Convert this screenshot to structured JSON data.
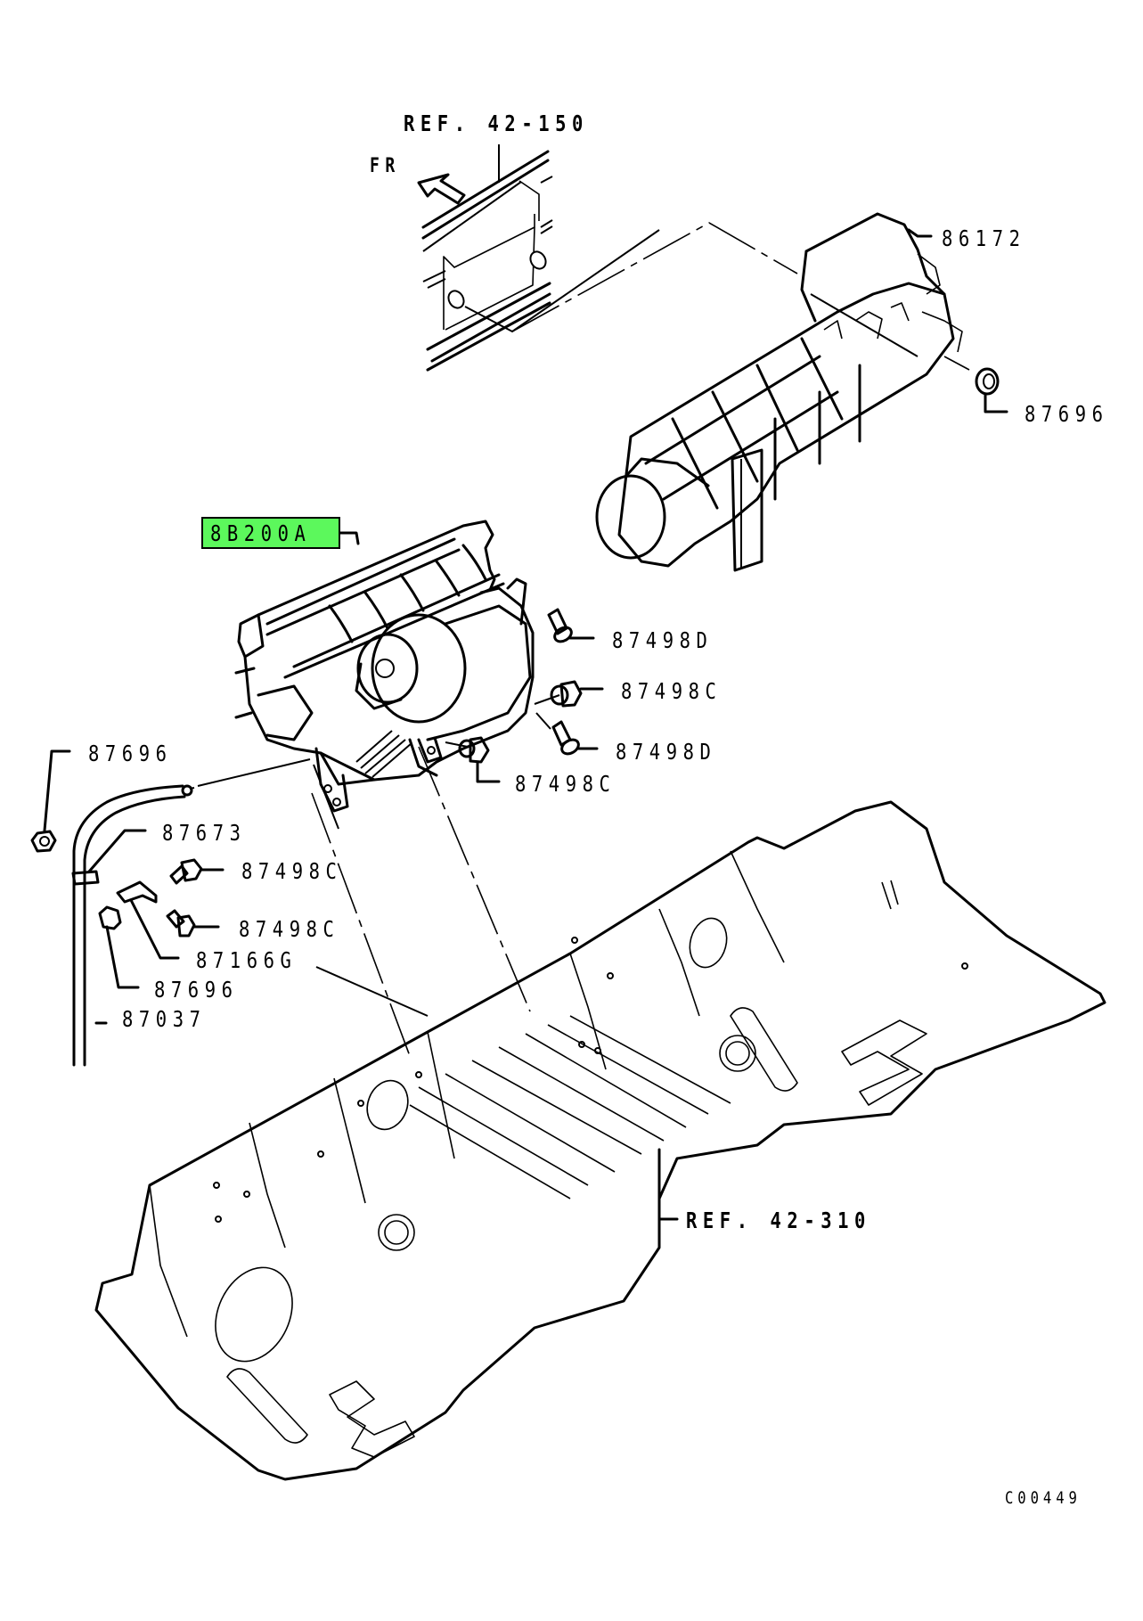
{
  "diagram": {
    "title": "Heater / Blower unit installation",
    "drawing_code": "C00449",
    "direction_indicator": "FR",
    "highlight_color": "#5cf85c",
    "references": [
      {
        "id": "ref-42-150",
        "text": "REF. 42-150"
      },
      {
        "id": "ref-42-310",
        "text": "REF. 42-310"
      }
    ],
    "parts": [
      {
        "id": "p-86200a",
        "number": "8B200A",
        "highlighted": true,
        "component": "Heater unit / blower assembly"
      },
      {
        "id": "p-86172",
        "number": "86172",
        "highlighted": false,
        "component": "Duct / distribution unit"
      },
      {
        "id": "p-87696-a",
        "number": "87696",
        "highlighted": false,
        "component": "Nut (right)"
      },
      {
        "id": "p-87498d-a",
        "number": "87498D",
        "highlighted": false,
        "component": "Bolt"
      },
      {
        "id": "p-87498c-a",
        "number": "87498C",
        "highlighted": false,
        "component": "Bolt"
      },
      {
        "id": "p-87498d-b",
        "number": "87498D",
        "highlighted": false,
        "component": "Bolt"
      },
      {
        "id": "p-87498c-b",
        "number": "87498C",
        "highlighted": false,
        "component": "Bolt"
      },
      {
        "id": "p-87696-b",
        "number": "87696",
        "highlighted": false,
        "component": "Nut (left top)"
      },
      {
        "id": "p-87673",
        "number": "87673",
        "highlighted": false,
        "component": "Clamp"
      },
      {
        "id": "p-87498c-c",
        "number": "87498C",
        "highlighted": false,
        "component": "Bolt"
      },
      {
        "id": "p-87498c-d",
        "number": "87498C",
        "highlighted": false,
        "component": "Bolt"
      },
      {
        "id": "p-87166g",
        "number": "87166G",
        "highlighted": false,
        "component": "Bracket"
      },
      {
        "id": "p-87696-c",
        "number": "87696",
        "highlighted": false,
        "component": "Nut (left bottom)"
      },
      {
        "id": "p-87037",
        "number": "87037",
        "highlighted": false,
        "component": "Drain hose"
      }
    ]
  }
}
